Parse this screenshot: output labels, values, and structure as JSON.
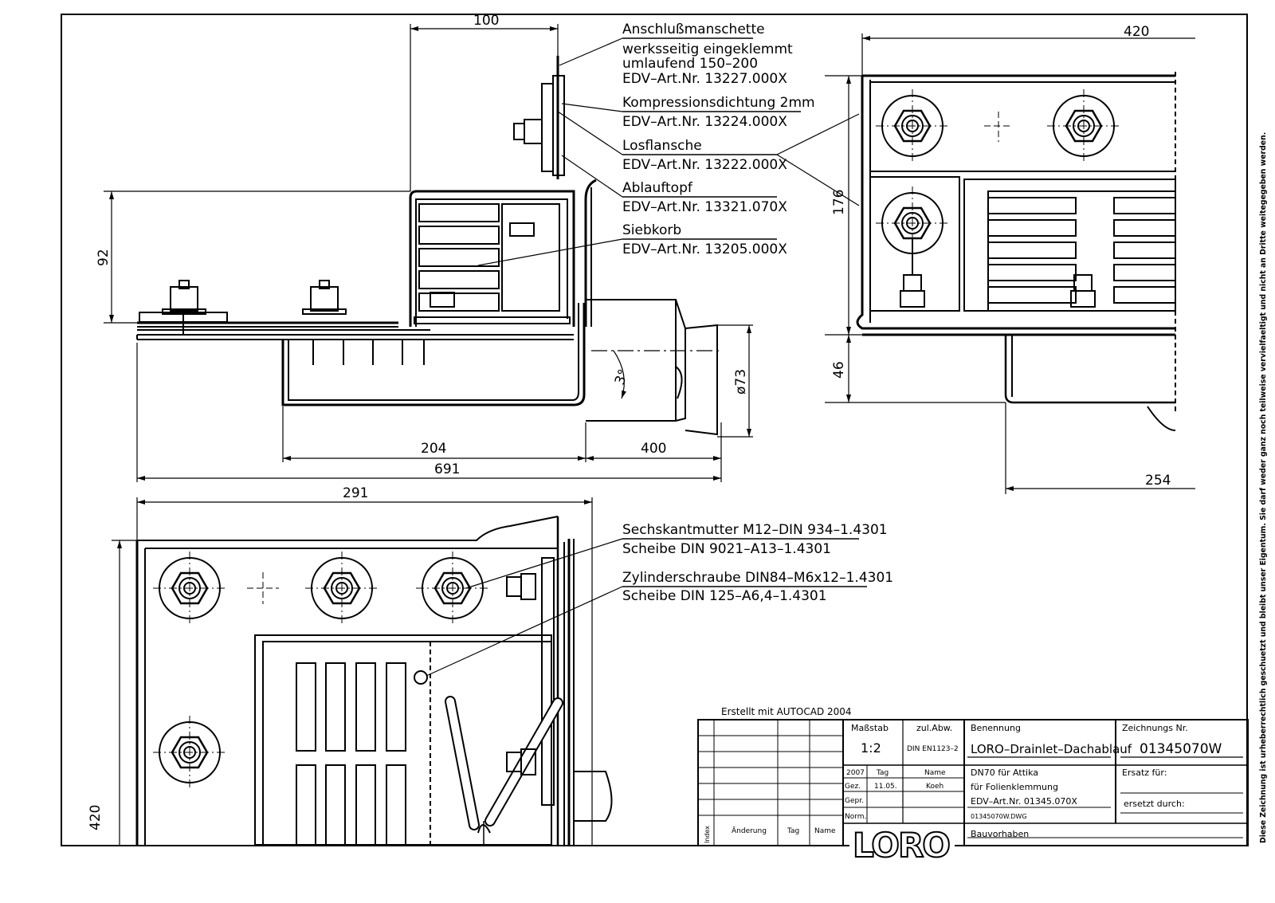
{
  "dimensions": {
    "side_100": "100",
    "side_92": "92",
    "side_204": "204",
    "side_400": "400",
    "side_691": "691",
    "side_diameter": "ø73",
    "side_angle": "3°",
    "front_420": "420",
    "front_176": "176",
    "front_46": "46",
    "front_254": "254",
    "top_291": "291",
    "top_420": "420"
  },
  "callouts_side": [
    {
      "name": "Anschlußmanschette",
      "lines": [
        "werksseitig eingeklemmt",
        "umlaufend 150–200",
        "EDV–Art.Nr. 13227.000X"
      ]
    },
    {
      "name": "Kompressionsdichtung 2mm",
      "lines": [
        "EDV–Art.Nr. 13224.000X"
      ]
    },
    {
      "name": "Losflansche",
      "lines": [
        "EDV–Art.Nr. 13222.000X"
      ]
    },
    {
      "name": "Ablauftopf",
      "lines": [
        "EDV–Art.Nr. 13321.070X"
      ]
    },
    {
      "name": "Siebkorb",
      "lines": [
        "EDV–Art.Nr. 13205.000X"
      ]
    }
  ],
  "callouts_top": [
    {
      "name": "Sechskantmutter M12–DIN 934–1.4301",
      "lines": [
        "Scheibe DIN 9021–A13–1.4301"
      ]
    },
    {
      "name": "Zylinderschraube DIN84–M6x12–1.4301",
      "lines": [
        "Scheibe DIN 125–A6,4–1.4301"
      ]
    }
  ],
  "side_note": "Diese Zeichnung ist urheberrechtlich geschuetzt und bleibt unser Eigentum. Sie darf weder ganz noch teilweise vervielfaeltigt und nicht an Dritte weitegegeben werden.",
  "title_block": {
    "created_with": "Erstellt mit AUTOCAD 2004",
    "scale_label": "Maßstab",
    "scale_value": "1:2",
    "tolerance_label": "zul.Abw.",
    "tolerance_value": "DIN EN1123–2",
    "name_label": "Benennung",
    "name_value": "LORO–Drainlet–Dachablauf",
    "drawing_no_label": "Zeichnungs Nr.",
    "drawing_no_value": "01345070W",
    "year": "2007",
    "col_day": "Tag",
    "col_name": "Name",
    "row_gez": "Gez.",
    "row_gepr": "Gepr.",
    "row_norm": "Norm.",
    "gez_date": "11.05.",
    "gez_name": "Koeh",
    "desc_1": "DN70 für Attika",
    "desc_2": "für Folienklemmung",
    "desc_3": "EDV–Art.Nr. 01345.070X",
    "file_name": "01345070W.DWG",
    "replace_for_label": "Ersatz für:",
    "replaced_by_label": "ersetzt durch:",
    "project_label": "Bauvorhaben",
    "rev_index": "Index",
    "rev_change": "Änderung",
    "rev_day": "Tag",
    "rev_name": "Name",
    "logo_text": "LORO"
  }
}
